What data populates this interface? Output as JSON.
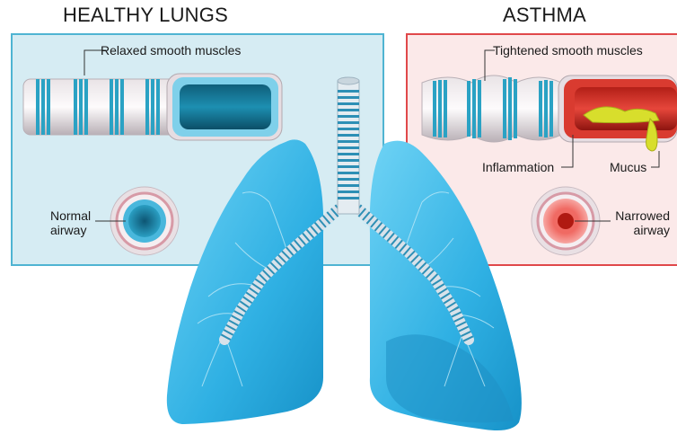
{
  "healthy": {
    "title": "HEALTHY LUNGS",
    "muscle_label": "Relaxed smooth muscles",
    "airway_label_line1": "Normal",
    "airway_label_line2": "airway"
  },
  "asthma": {
    "title": "ASTHMA",
    "muscle_label": "Tightened smooth muscles",
    "inflammation_label": "Inflammation",
    "mucus_label": "Mucus",
    "airway_label_line1": "Narrowed",
    "airway_label_line2": "airway"
  },
  "colors": {
    "healthy_panel_bg": "#d6ecf3",
    "healthy_panel_border": "#4fb4d2",
    "asthma_panel_bg": "#fbe9e9",
    "asthma_panel_border": "#e0484a",
    "lung": "#41b8e6",
    "muscle_band": "#2aa2c4",
    "inflammation": "#d93b30",
    "mucus": "#d8de2c"
  }
}
